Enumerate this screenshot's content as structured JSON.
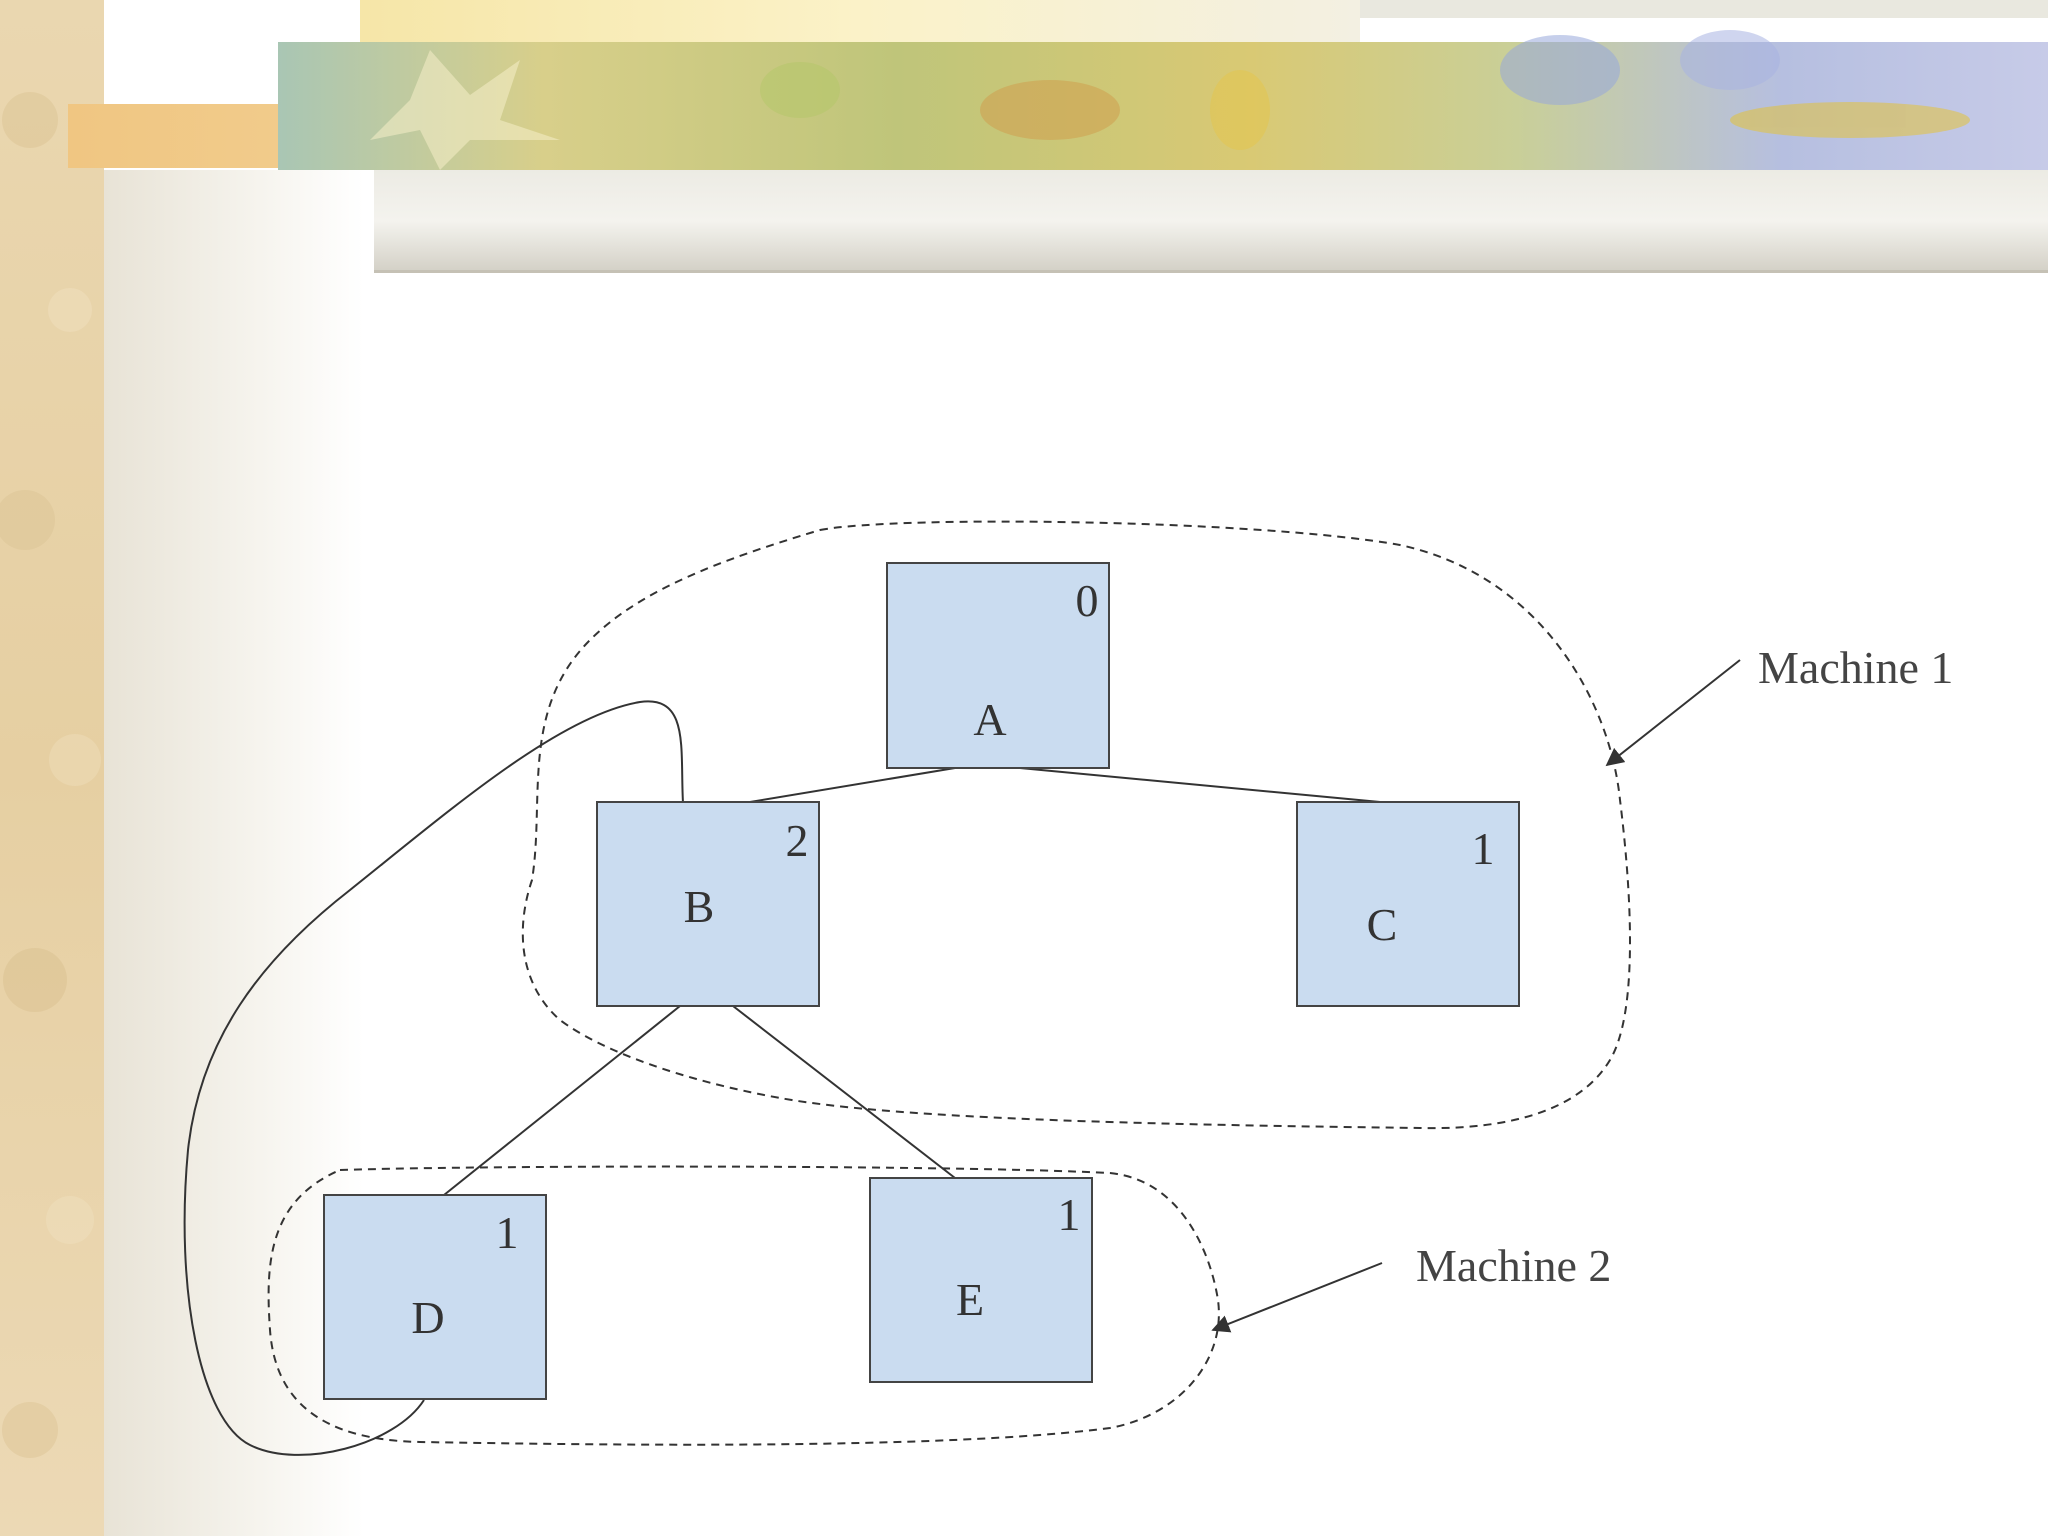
{
  "colors": {
    "node_fill": "#cadcf0",
    "node_stroke": "#444444",
    "edge_stroke": "#333333",
    "boundary_stroke": "#333333",
    "text": "#333333"
  },
  "nodes": [
    {
      "id": "A",
      "label": "A",
      "count": "0"
    },
    {
      "id": "B",
      "label": "B",
      "count": "2"
    },
    {
      "id": "C",
      "label": "C",
      "count": "1"
    },
    {
      "id": "D",
      "label": "D",
      "count": "1"
    },
    {
      "id": "E",
      "label": "E",
      "count": "1"
    }
  ],
  "edges": [
    {
      "from": "A",
      "to": "B"
    },
    {
      "from": "A",
      "to": "C"
    },
    {
      "from": "B",
      "to": "D"
    },
    {
      "from": "B",
      "to": "E"
    }
  ],
  "back_link": {
    "from": "B",
    "to": "D",
    "style": "curved"
  },
  "machines": [
    {
      "id": "machine1",
      "label": "Machine 1",
      "members": [
        "A",
        "B",
        "C"
      ]
    },
    {
      "id": "machine2",
      "label": "Machine 2",
      "members": [
        "D",
        "E"
      ]
    }
  ]
}
